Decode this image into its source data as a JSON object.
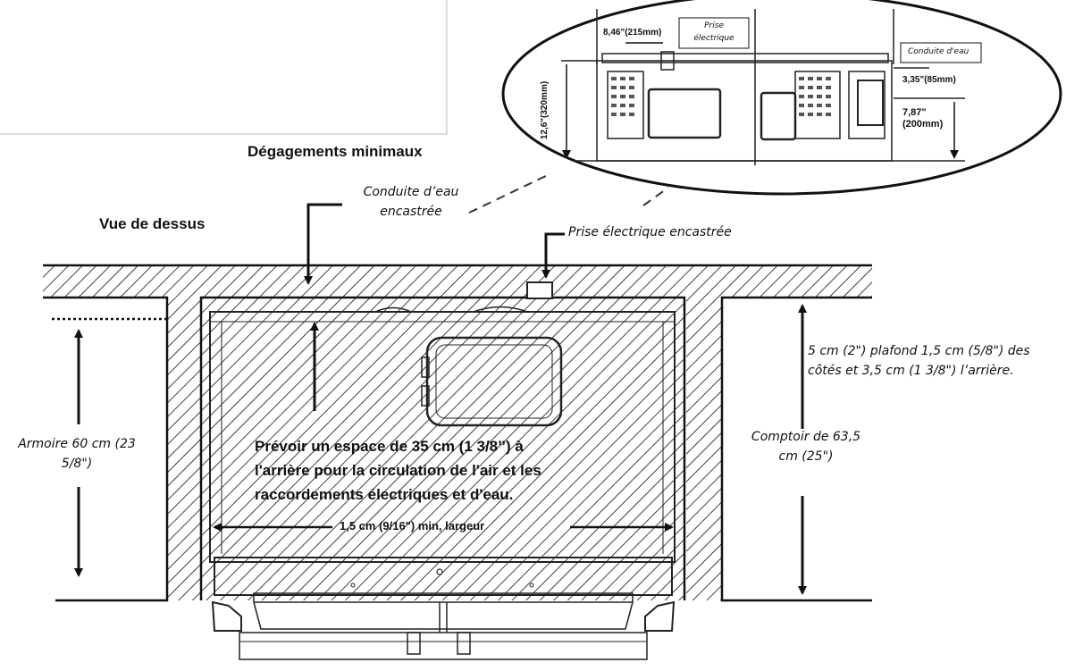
{
  "labels": {
    "title": "Dégagements minimaux",
    "top_view": "Vue de dessus",
    "water_line": "Conduite d’eau\nencastrée",
    "outlet": "Prise électrique encastrée",
    "cabinet": "Armoire 60 cm (23\n5/8\")",
    "countertop": "Comptoir de 63,5\ncm (25\")",
    "clearance": "5 cm (2\") plafond 1,5 cm (5/8\") des\ncôtés et 3,5 cm (1 3/8\") l’arrière.",
    "rear_space": "Prévoir un espace de 35 cm (1 3/8’’) à\nl'arrière pour la circulation de l'air et les\nraccordements électriques et d'eau.",
    "width": "1,5 cm (9/16\") min, largeur"
  },
  "detail": {
    "outlet_offset": "8,46\"(215mm)",
    "outlet_label": "Prise\nélectrique",
    "water_label": "Conduite d'eau",
    "water_offset": "3,35\"(85mm)",
    "height": "12,6\"(320mm)",
    "water_height": "7,87\"\n(200mm)"
  }
}
